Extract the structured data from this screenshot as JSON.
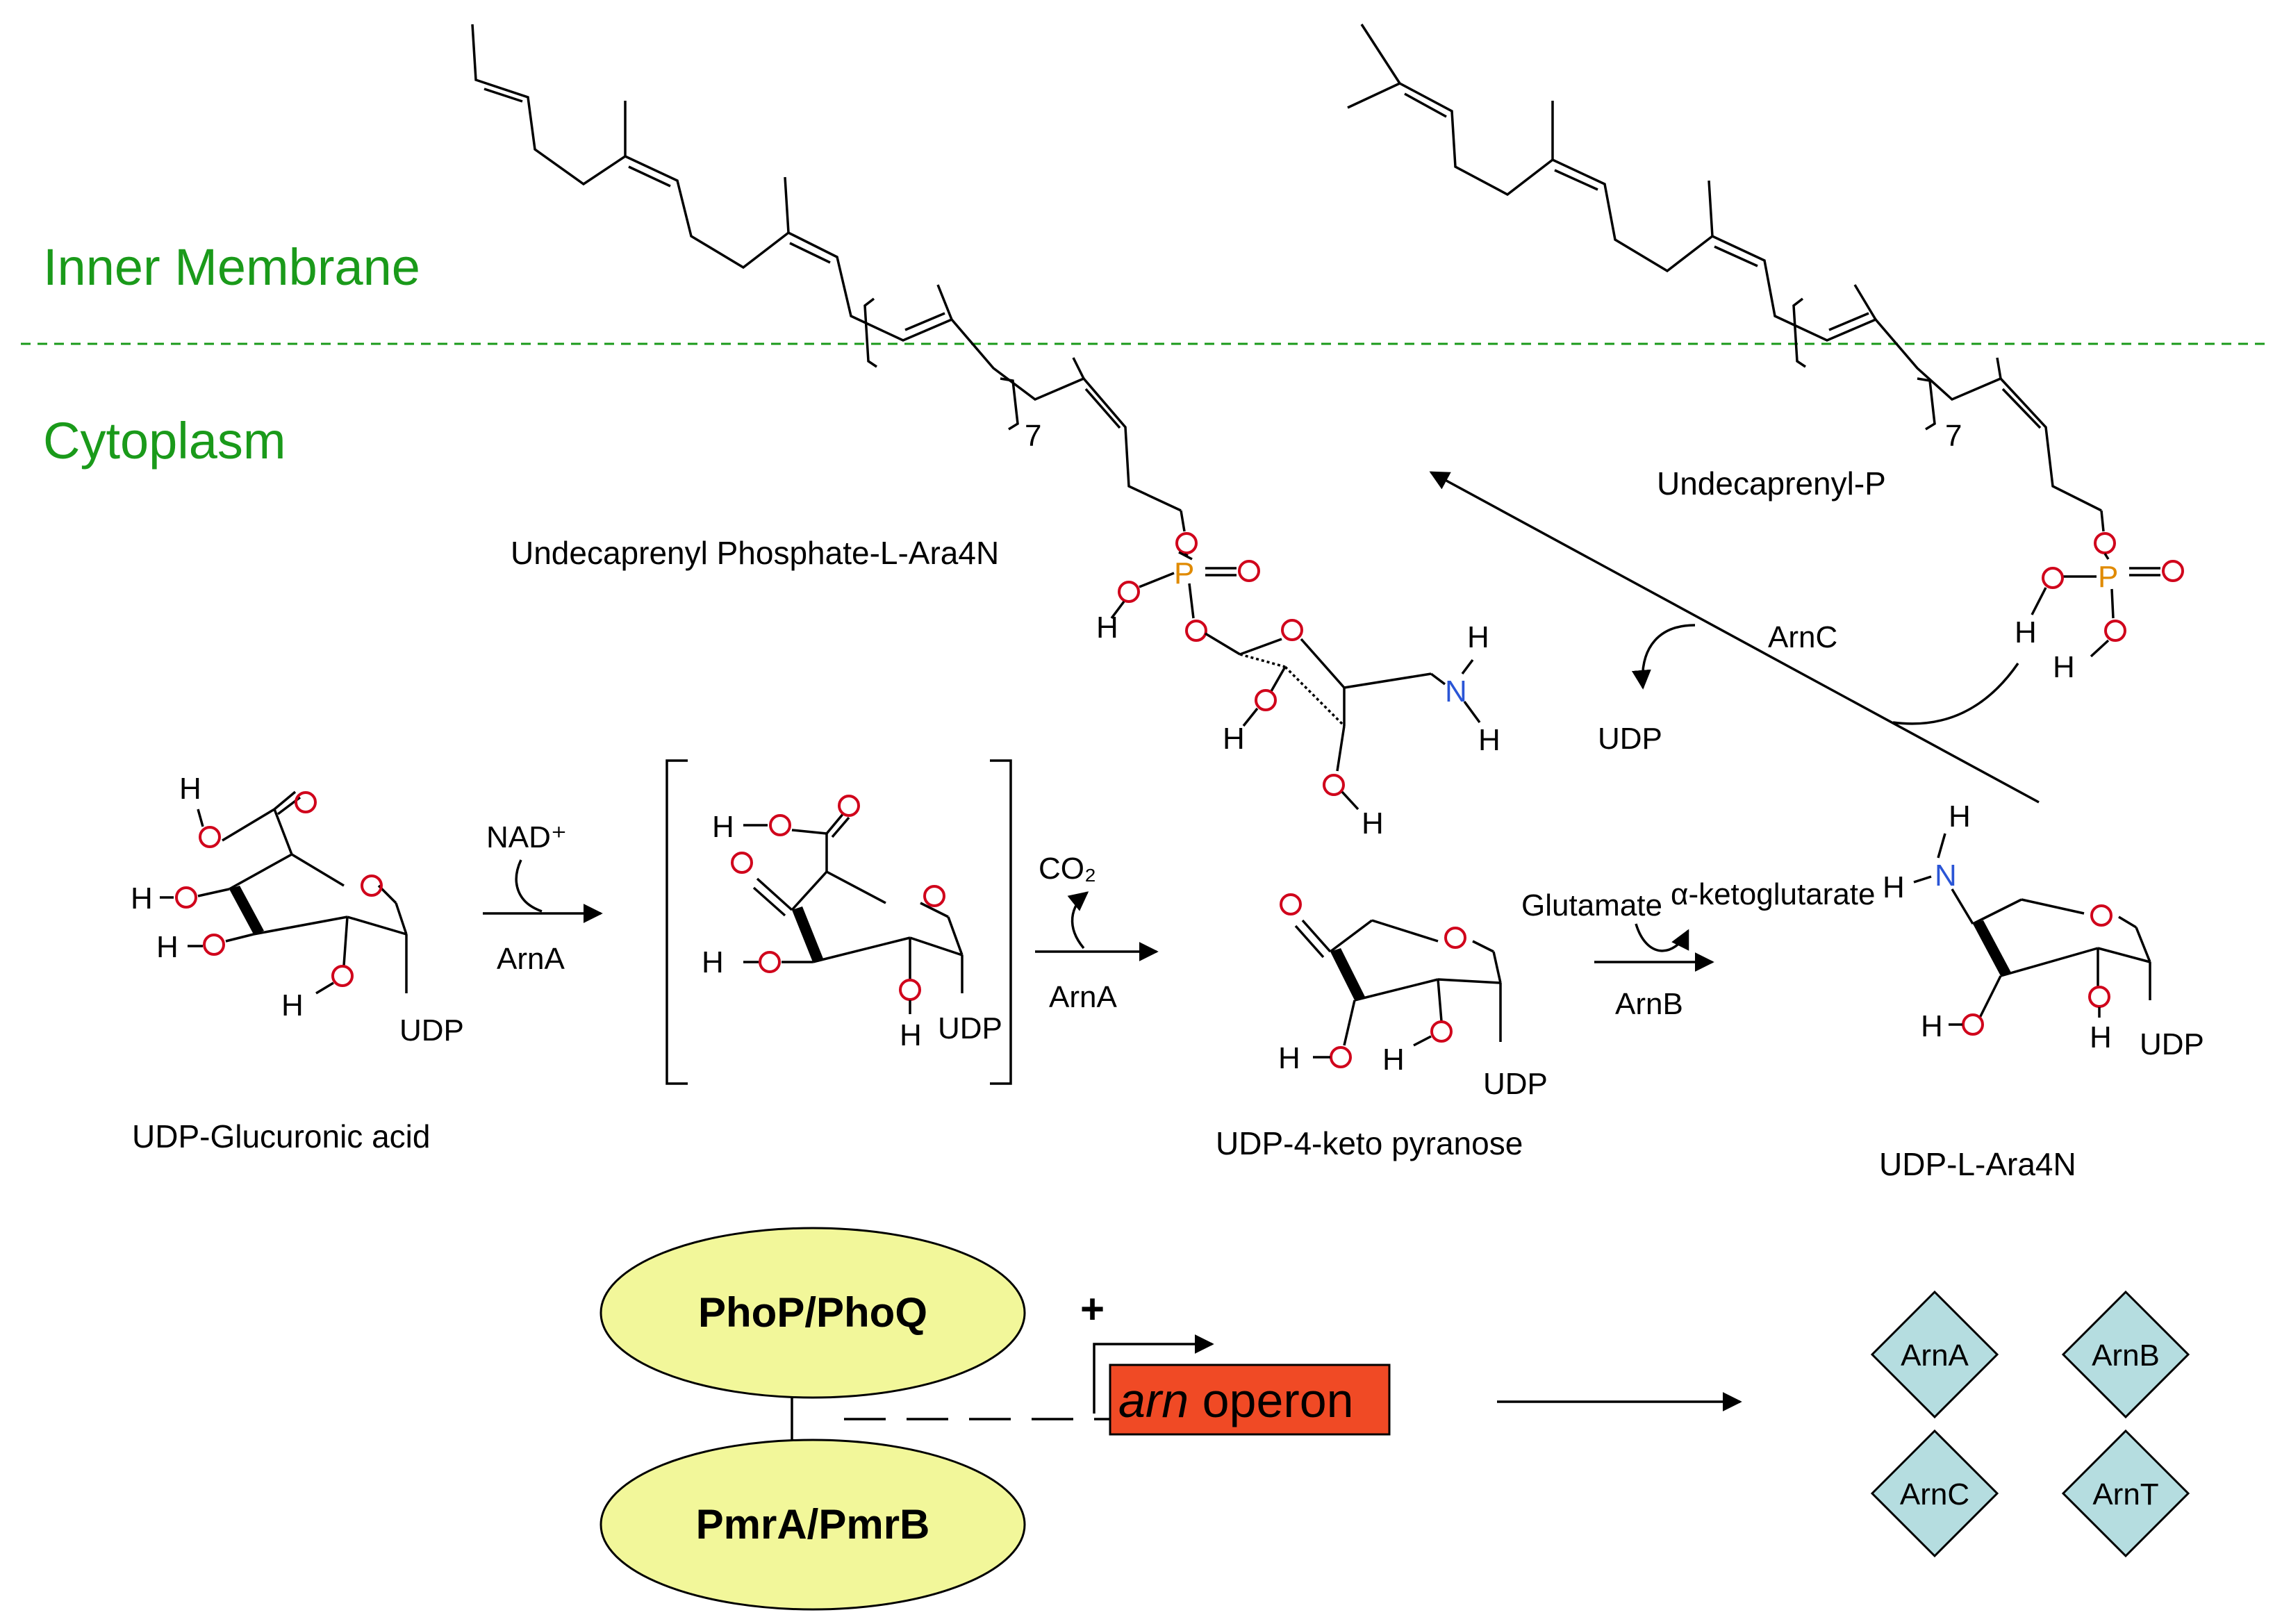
{
  "regions": {
    "inner_membrane": "Inner Membrane",
    "cytoplasm": "Cytoplasm"
  },
  "compounds": {
    "udp_glucuronic_acid": "UDP-Glucuronic acid",
    "udp_4_keto_pyranose": "UDP-4-keto pyranose",
    "udp_l_ara4n": "UDP-L-Ara4N",
    "undecaprenyl_p": "Undecaprenyl-P",
    "undecaprenyl_phosphate_l_ara4n": "Undecaprenyl Phosphate-L-Ara4N"
  },
  "reactions": {
    "step1_enzyme": "ArnA",
    "step1_cofactor": "NAD⁺",
    "step2_enzyme": "ArnA",
    "step2_byproduct": "CO₂",
    "step3_enzyme": "ArnB",
    "step3_substrate": "Glutamate",
    "step3_product": "α-ketoglutarate",
    "step4_enzyme": "ArnC",
    "step4_byproduct": "UDP"
  },
  "atoms": {
    "h": "H",
    "n": "N",
    "udp": "UDP",
    "repeat_count": "7"
  },
  "regulation": {
    "system1": "PhoP/PhoQ",
    "system2": "PmrA/PmrB",
    "plus_sign": "+",
    "operon_italic": "arn",
    "operon_rest": " operon",
    "products": [
      "ArnA",
      "ArnB",
      "ArnC",
      "ArnT"
    ]
  },
  "colors": {
    "membrane_line": "#1a9a1a",
    "oxygen": "#d0021b",
    "nitrogen": "#2a55d6",
    "phosphorus": "#e08a00",
    "ellipse_fill": "#f2f79a",
    "operon_fill": "#f04a25",
    "diamond_fill": "#b5dde0"
  }
}
